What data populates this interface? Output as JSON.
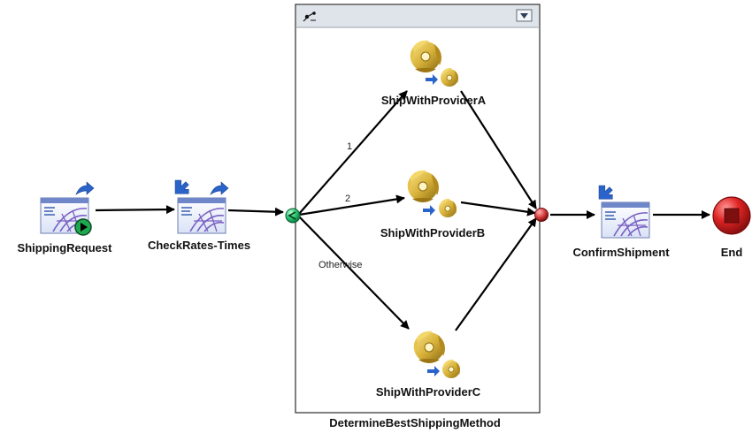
{
  "nodes": {
    "shipping_request": {
      "label": "ShippingRequest"
    },
    "check_rates": {
      "label": "CheckRates-Times"
    },
    "provider_a": {
      "label": "ShipWithProviderA"
    },
    "provider_b": {
      "label": "ShipWithProviderB"
    },
    "provider_c": {
      "label": "ShipWithProviderC"
    },
    "confirm": {
      "label": "ConfirmShipment"
    },
    "end": {
      "label": "End"
    }
  },
  "container": {
    "label": "DetermineBestShippingMethod"
  },
  "edges": {
    "to_a": "1",
    "to_b": "2",
    "to_c": "Otherwise"
  },
  "colors": {
    "frame": "#2b2b2b",
    "header_bg": "#dfe4ea",
    "arrow": "#000000",
    "split_node": "#1fc46a",
    "join_node": "#d23b3b",
    "end_node": "#d81e1e",
    "start_badge": "#1ea84f",
    "gear_gold": "#c9a227",
    "page_purple": "#7a5fc4",
    "page_blue": "#2a63c9"
  }
}
